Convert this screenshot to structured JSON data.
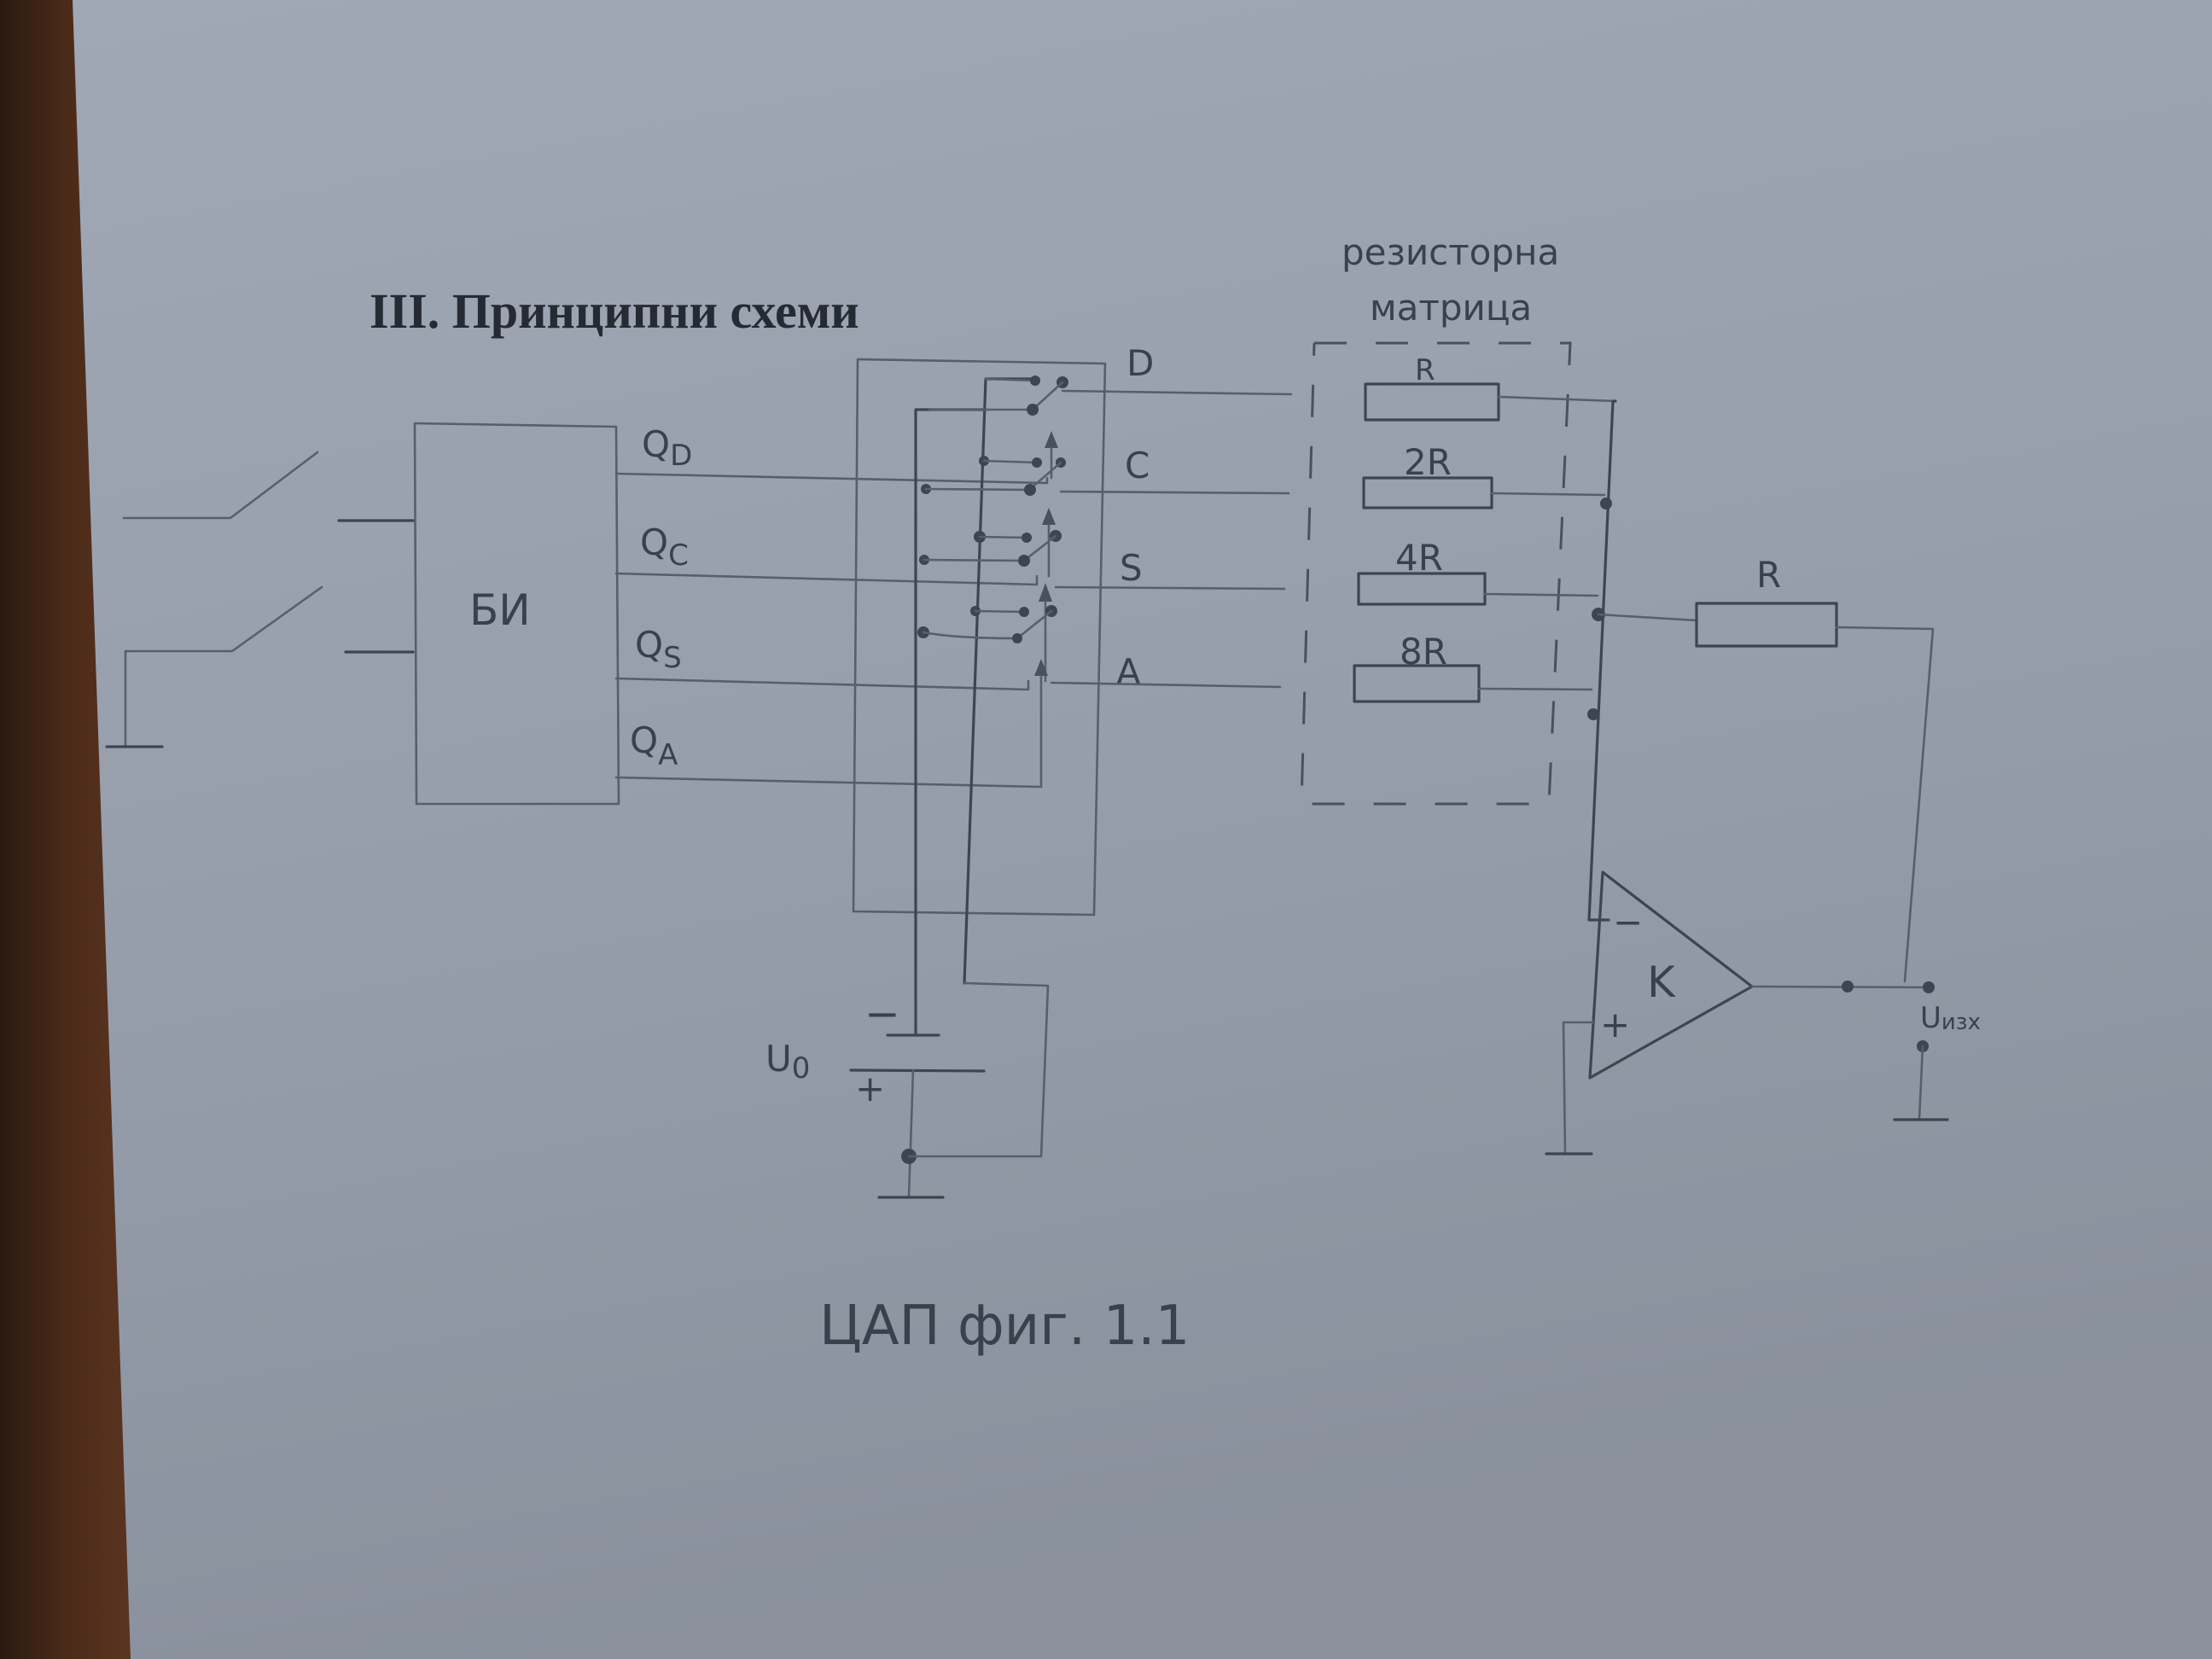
{
  "document": {
    "heading": "III. Принципни схеми",
    "caption": "ЦАП фиг. 1.1"
  },
  "diagram": {
    "type": "circuit-schematic",
    "description": "Hand-drawn 4-bit DAC with binary-weighted resistor matrix and operational amplifier",
    "input_block": {
      "label": "БИ",
      "outputs": [
        {
          "label": "Q",
          "sub": "D"
        },
        {
          "label": "Q",
          "sub": "C"
        },
        {
          "label": "Q",
          "sub": "S"
        },
        {
          "label": "Q",
          "sub": "A"
        }
      ]
    },
    "switch_channels": [
      "D",
      "C",
      "S",
      "A"
    ],
    "resistor_matrix": {
      "title_line1": "резисторна",
      "title_line2": "матрица",
      "resistors": [
        "R",
        "2R",
        "4R",
        "8R"
      ]
    },
    "feedback_resistor": "R",
    "amplifier": {
      "label": "K",
      "inverting_input": "−",
      "non_inverting_input": "+"
    },
    "source": {
      "label": "U",
      "sub": "0",
      "minus": "−",
      "plus": "+"
    },
    "output": {
      "label": "U",
      "sub": "изх"
    }
  }
}
